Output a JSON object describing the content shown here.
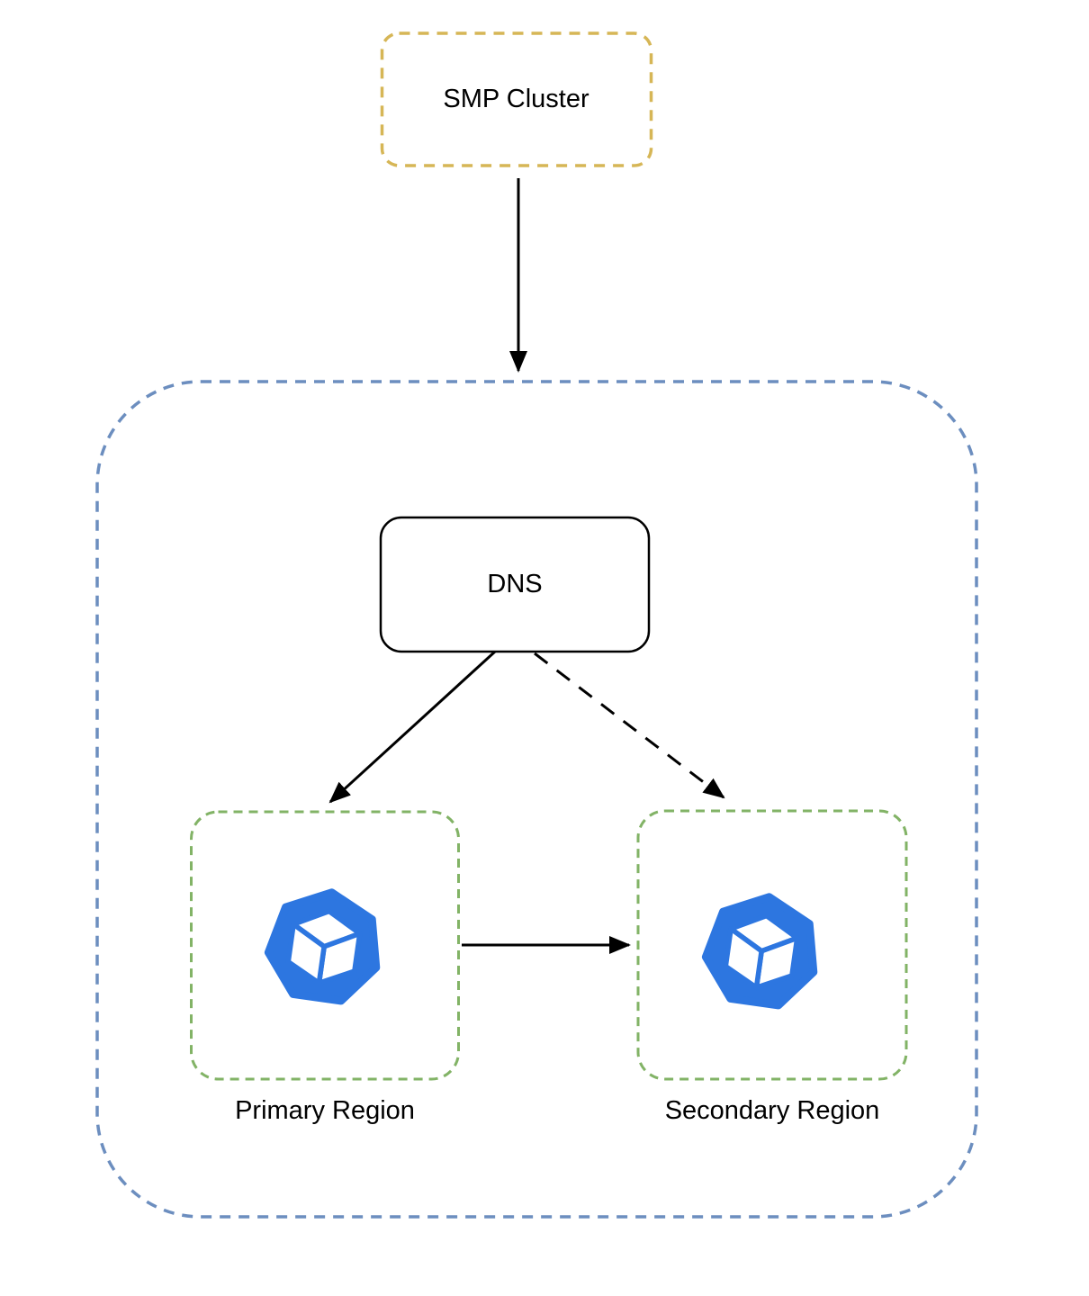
{
  "diagram": {
    "type": "architecture-diagram",
    "background_color": "#ffffff",
    "text_color": "#000000",
    "nodes": {
      "smp_cluster": {
        "label": "SMP Cluster",
        "shape": "rounded-rectangle",
        "border_style": "dashed",
        "border_color": "#D6B656"
      },
      "region_container": {
        "label": "",
        "shape": "rounded-rectangle",
        "border_style": "dashed",
        "border_color": "#6C8EBF"
      },
      "dns": {
        "label": "DNS",
        "shape": "rounded-rectangle",
        "border_style": "solid",
        "border_color": "#000000"
      },
      "primary_region": {
        "label": "Primary Region",
        "shape": "rounded-rectangle",
        "border_style": "dashed",
        "border_color": "#82B366",
        "icon": "kubernetes-cluster-cube-icon",
        "icon_color": "#2D76E0"
      },
      "secondary_region": {
        "label": "Secondary Region",
        "shape": "rounded-rectangle",
        "border_style": "dashed",
        "border_color": "#82B366",
        "icon": "kubernetes-cluster-cube-icon",
        "icon_color": "#2D76E0"
      }
    },
    "edges": [
      {
        "from": "smp_cluster",
        "to": "region_container",
        "line_style": "solid",
        "arrowhead": "filled-triangle",
        "color": "#000000"
      },
      {
        "from": "dns",
        "to": "primary_region",
        "line_style": "solid",
        "arrowhead": "filled-triangle",
        "color": "#000000"
      },
      {
        "from": "dns",
        "to": "secondary_region",
        "line_style": "dashed",
        "arrowhead": "filled-triangle",
        "color": "#000000"
      },
      {
        "from": "primary_region",
        "to": "secondary_region",
        "line_style": "solid",
        "arrowhead": "filled-triangle",
        "color": "#000000"
      }
    ]
  }
}
